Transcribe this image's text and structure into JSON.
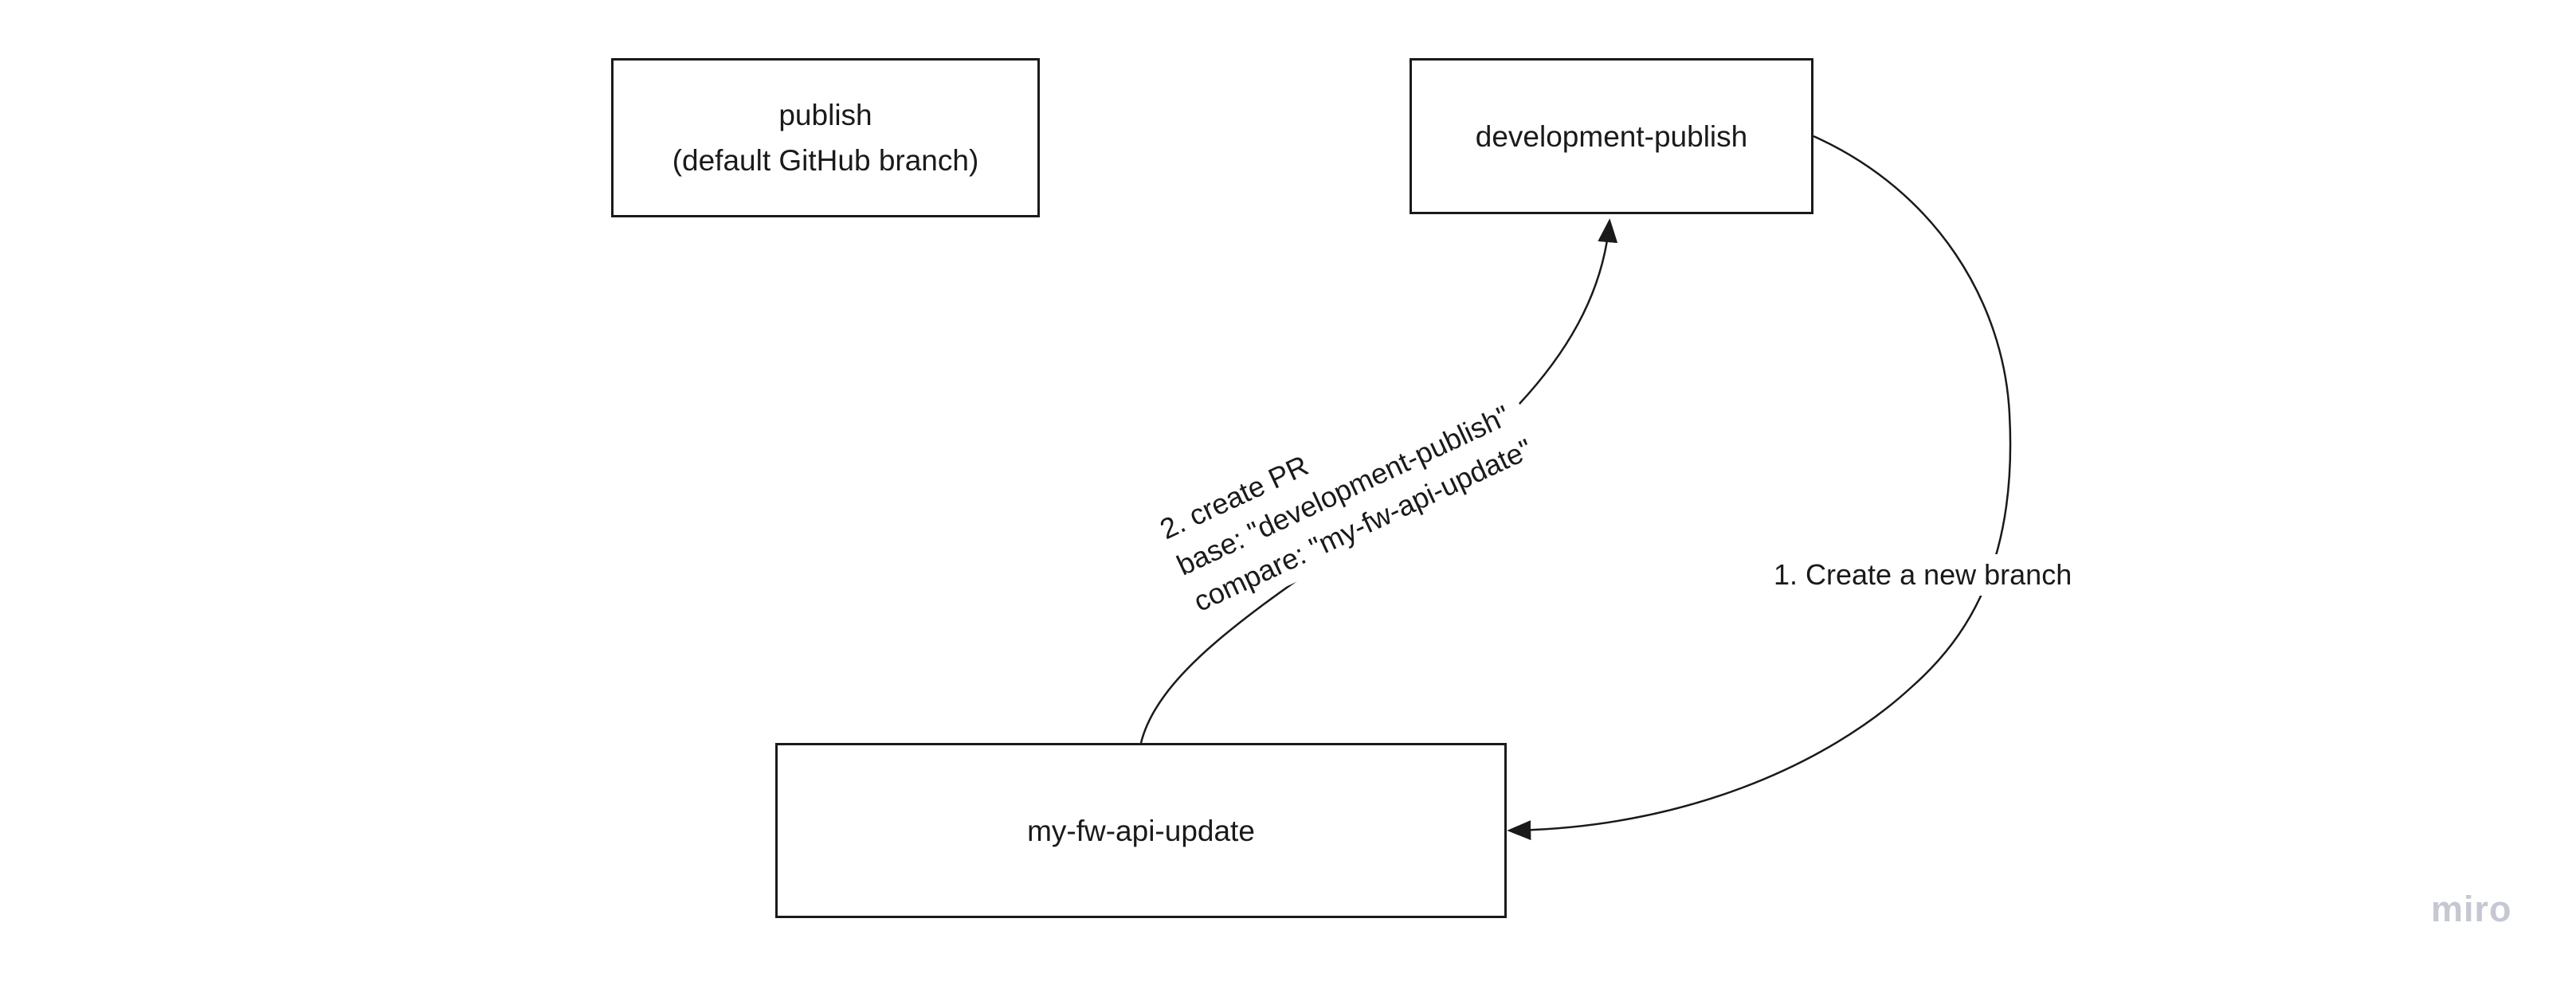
{
  "board": {
    "background_color": "#ffffff",
    "ink_color": "#1a1a1a",
    "watermark": {
      "label": "miro",
      "color": "#c5c7d3"
    }
  },
  "nodes": {
    "publish": {
      "lines": [
        "publish",
        "(default GitHub branch)"
      ]
    },
    "development_publish": {
      "label": "development-publish"
    },
    "my_fw_api_update": {
      "label": "my-fw-api-update"
    }
  },
  "connectors": {
    "create_branch": {
      "label": "1. Create a new branch"
    },
    "create_pr": {
      "lines": [
        "2. create PR",
        "base: \"development-publish\"",
        "compare: \"my-fw-api-update\""
      ]
    }
  }
}
